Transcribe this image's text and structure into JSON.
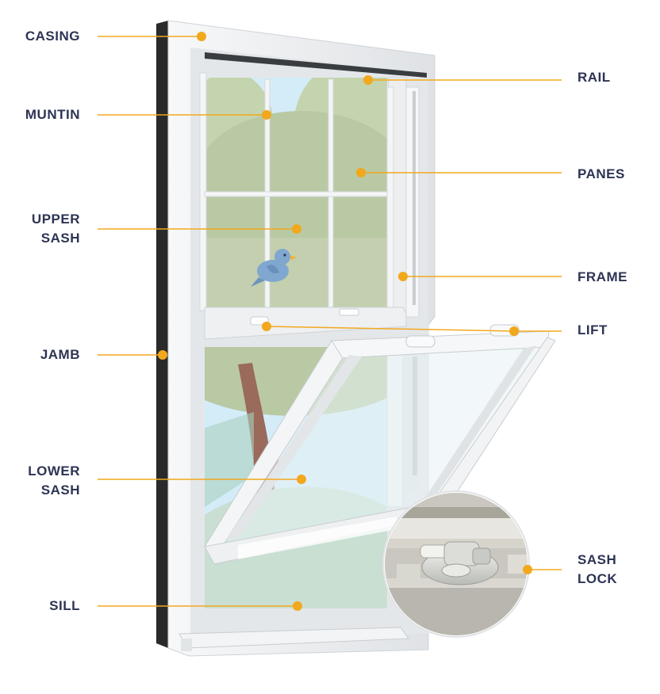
{
  "diagram": {
    "colors": {
      "label_text": "#2d3454",
      "leader_line": "#f2a81d",
      "marker_dot": "#f2a81d",
      "casing_dark": "#2a2a2a",
      "frame_light": "#eef0f2",
      "sky": "#d4ecf8",
      "foliage": "#b9c9a4",
      "trunk": "#9a6a5a"
    },
    "labels": {
      "casing": "CASING",
      "muntin": "MUNTIN",
      "upper_sash": [
        "UPPER",
        "SASH"
      ],
      "jamb": "JAMB",
      "lower_sash": [
        "LOWER",
        "SASH"
      ],
      "sill": "SILL",
      "rail": "RAIL",
      "panes": "PANES",
      "frame": "FRAME",
      "lift": "LIFT",
      "sash_lock": [
        "SASH",
        "LOCK"
      ]
    },
    "icons": [
      "bird-icon",
      "sash-lock-detail-icon"
    ]
  }
}
